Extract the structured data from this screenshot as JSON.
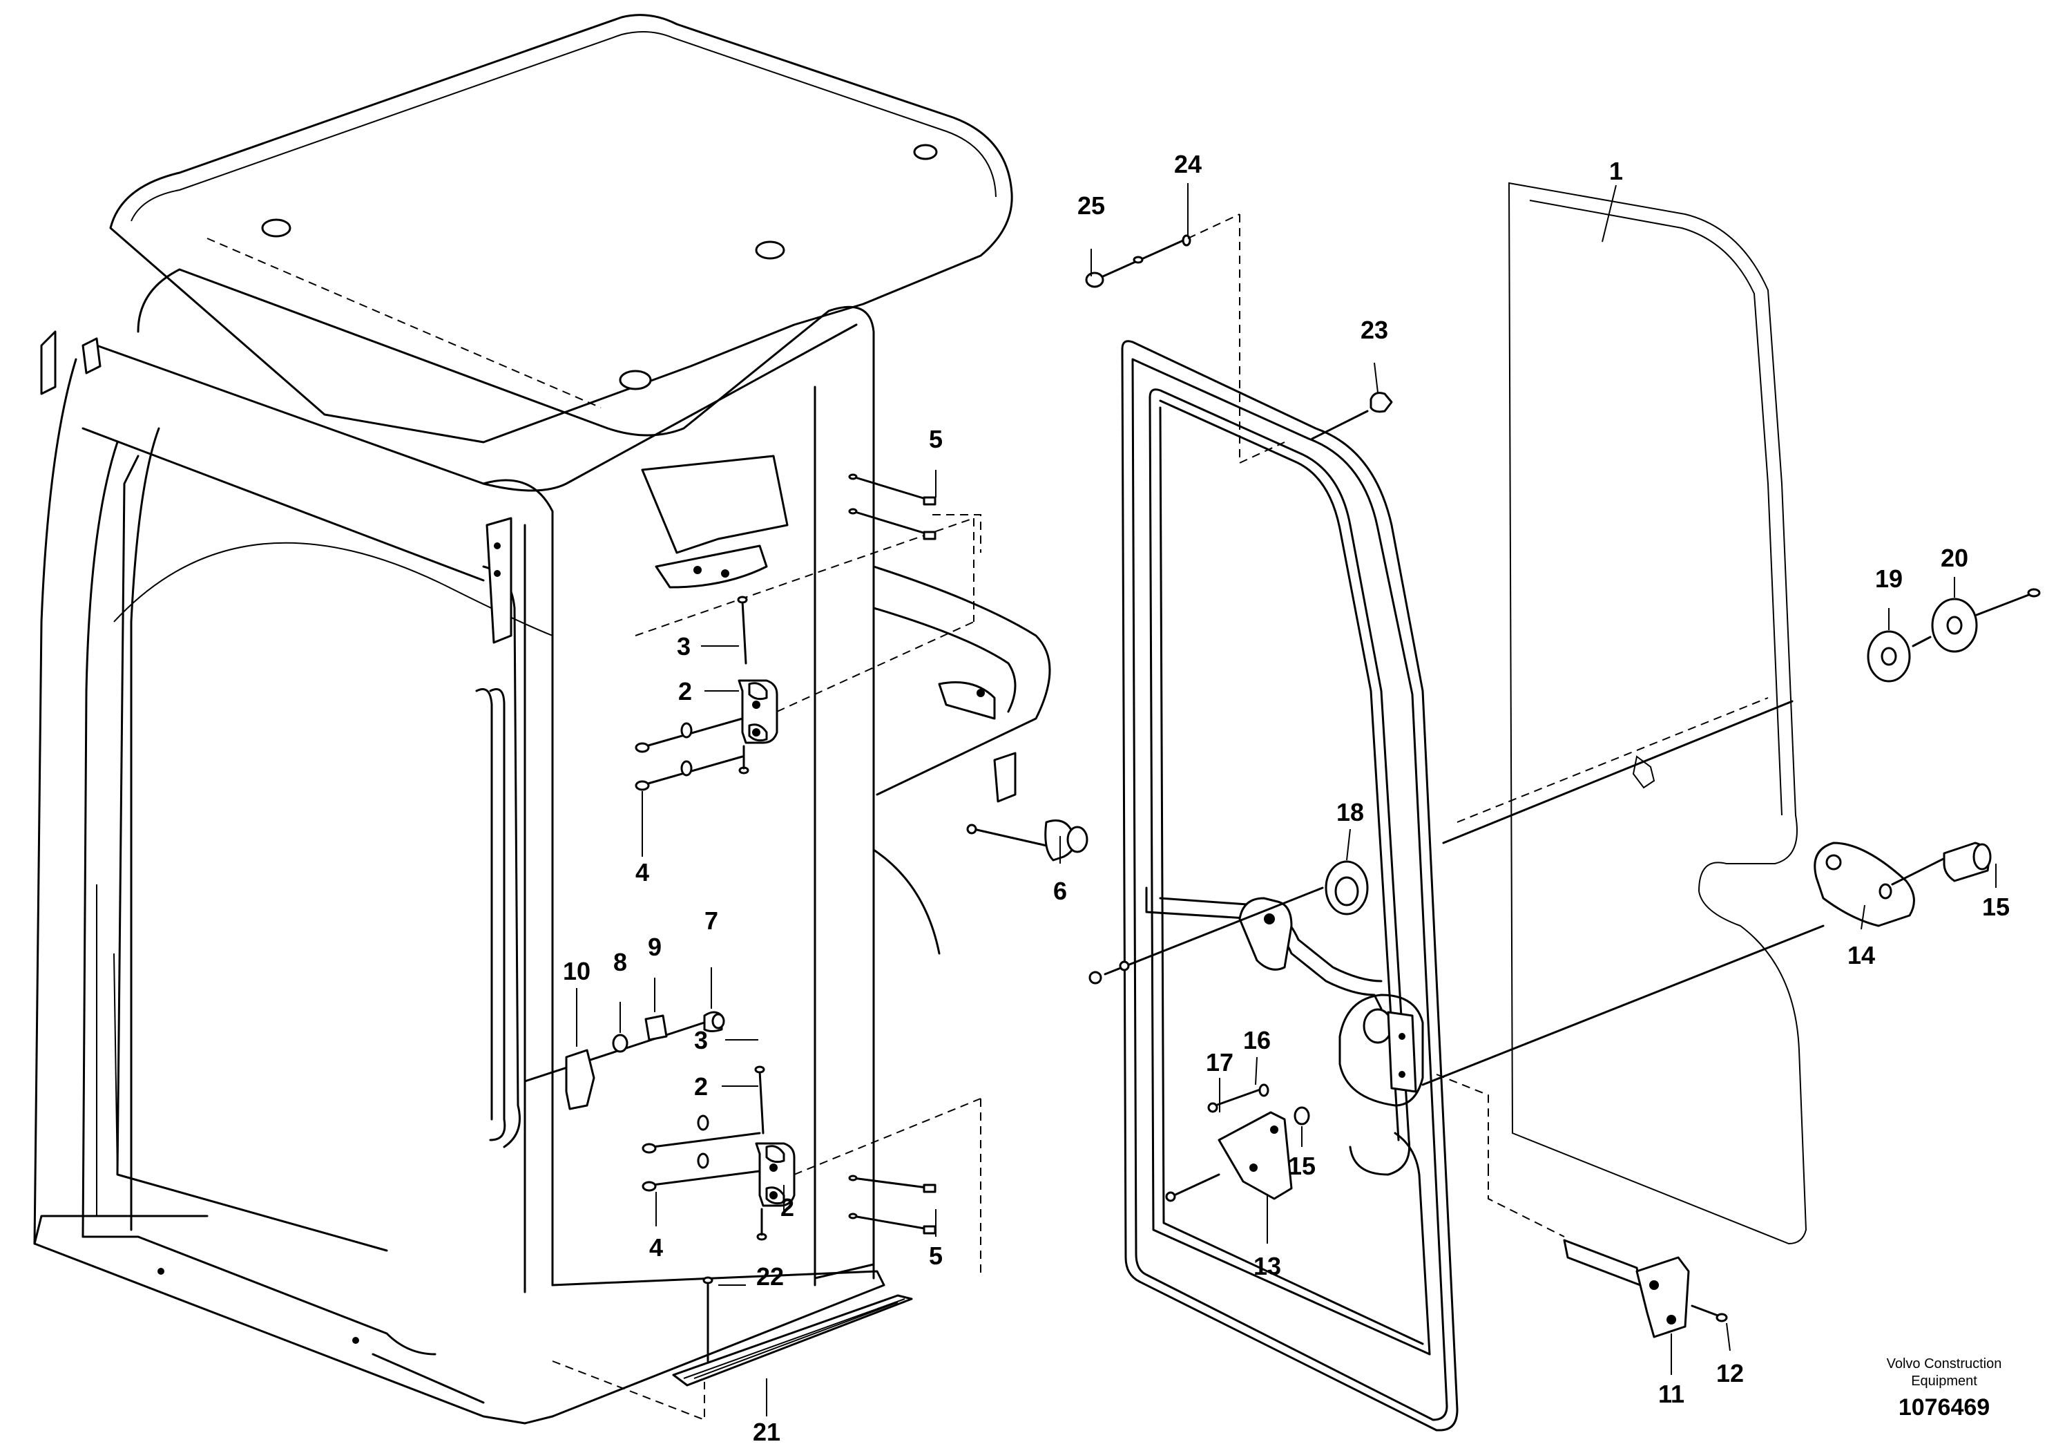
{
  "callouts": {
    "c1": "1",
    "c2a": "2",
    "c2b": "2",
    "c2c": "2",
    "c3a": "3",
    "c3b": "3",
    "c4a": "4",
    "c4b": "4",
    "c5a": "5",
    "c5b": "5",
    "c6": "6",
    "c7": "7",
    "c8": "8",
    "c9": "9",
    "c10": "10",
    "c11": "11",
    "c12": "12",
    "c13": "13",
    "c14": "14",
    "c15a": "15",
    "c15b": "15",
    "c16": "16",
    "c17": "17",
    "c18": "18",
    "c19": "19",
    "c20": "20",
    "c21": "21",
    "c22": "22",
    "c23": "23",
    "c24": "24",
    "c25": "25"
  },
  "credit": {
    "line1": "Volvo Construction",
    "line2": "Equipment"
  },
  "doc_number": "1076469"
}
